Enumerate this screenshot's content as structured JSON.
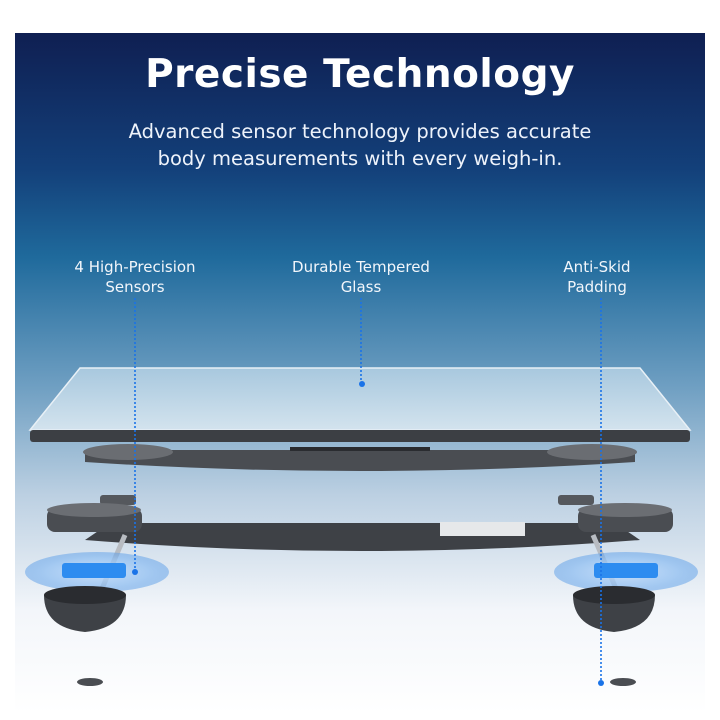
{
  "header": {
    "title": "Precise Technology",
    "subtitle_line1": "Advanced sensor technology provides accurate",
    "subtitle_line2": "body measurements with every weigh-in."
  },
  "callouts": [
    {
      "line1": "4 High-Precision",
      "line2": "Sensors"
    },
    {
      "line1": "Durable Tempered",
      "line2": "Glass"
    },
    {
      "line1": "Anti-Skid",
      "line2": "Padding"
    }
  ],
  "colors": {
    "accent": "#1a73e8",
    "navy": "#0f1f52",
    "sensor_blue": "#2d8cf0"
  }
}
